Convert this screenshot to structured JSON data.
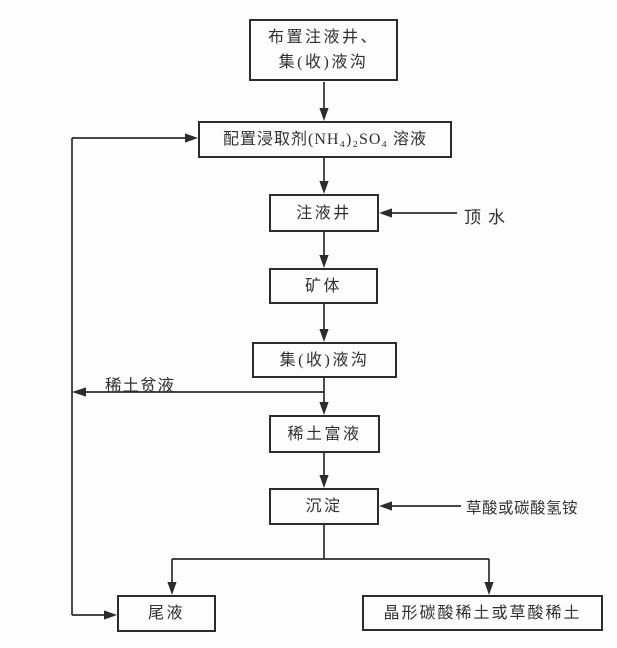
{
  "diagram_type": "flowchart",
  "nodes": {
    "layout_wells": {
      "line1": "布置注液井、",
      "line2": "集(收)液沟"
    },
    "prepare_leach": {
      "label": "配置浸取剂(NH₄)₂SO₄ 溶液"
    },
    "injection_well": {
      "label": "注液井"
    },
    "ore_body": {
      "label": "矿体"
    },
    "collection_ditch": {
      "label": "集(收)液沟"
    },
    "rich_solution": {
      "label": "稀土富液"
    },
    "precipitation": {
      "label": "沉淀"
    },
    "tail_liquid": {
      "label": "尾液"
    },
    "product": {
      "label": "晶形碳酸稀土或草酸稀土"
    }
  },
  "edge_labels": {
    "top_water": "顶水",
    "lean_solution": "稀土贫液",
    "precipitant": "草酸或碳酸氢铵"
  },
  "edges": [
    {
      "from": "布置注液井、集(收)液沟",
      "to": "配置浸取剂(NH₄)₂SO₄溶液"
    },
    {
      "from": "配置浸取剂(NH₄)₂SO₄溶液",
      "to": "注液井"
    },
    {
      "from": "顶水",
      "to": "注液井"
    },
    {
      "from": "注液井",
      "to": "矿体"
    },
    {
      "from": "矿体",
      "to": "集(收)液沟"
    },
    {
      "from": "集(收)液沟",
      "to": "稀土富液"
    },
    {
      "from": "集(收)液沟",
      "to": "配置浸取剂(NH₄)₂SO₄溶液",
      "label": "稀土贫液"
    },
    {
      "from": "集(收)液沟",
      "to": "尾液",
      "label": "稀土贫液"
    },
    {
      "from": "稀土富液",
      "to": "沉淀"
    },
    {
      "from": "草酸或碳酸氢铵",
      "to": "沉淀"
    },
    {
      "from": "沉淀",
      "to": "尾液"
    },
    {
      "from": "沉淀",
      "to": "晶形碳酸稀土或草酸稀土"
    }
  ],
  "colors": {
    "line": "#2b2c2e",
    "text": "#2e3034",
    "background": "#fdfdfc"
  }
}
